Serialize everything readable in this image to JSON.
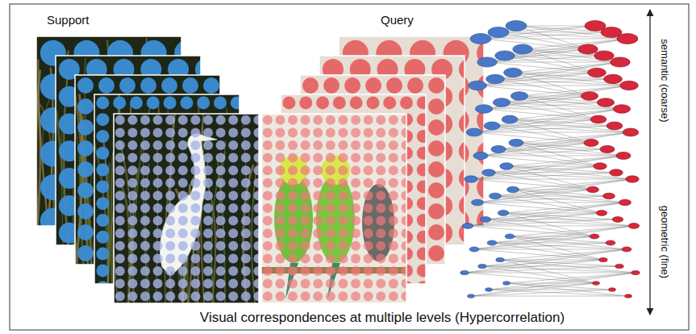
{
  "diagram": {
    "caption": "Visual correspondences at multiple levels (Hypercorrelation)",
    "labels": [
      "Support",
      "Query",
      "semantic (coarse)",
      "geometric (fine)"
    ]
  }
}
